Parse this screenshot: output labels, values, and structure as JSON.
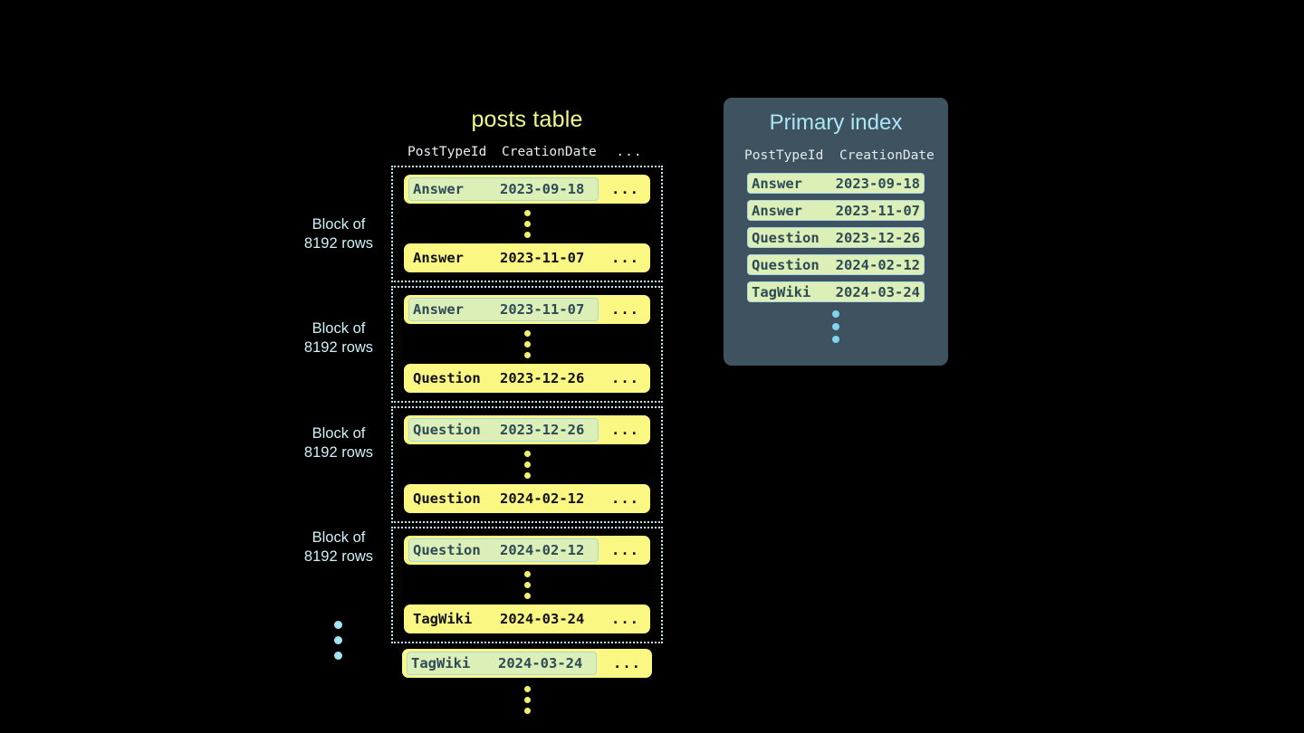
{
  "posts_table": {
    "title": "posts table",
    "columns": [
      "PostTypeId",
      "CreationDate",
      "..."
    ],
    "ellipsis_cell": "...",
    "block_label_line1": "Block of",
    "block_label_line2": "8192 rows",
    "blocks": [
      {
        "label": "Block of\n8192 rows",
        "first_row": {
          "post_type_id": "Answer",
          "creation_date": "2023-09-18",
          "rest": "...",
          "is_key": true
        },
        "last_row": {
          "post_type_id": "Answer",
          "creation_date": "2023-11-07",
          "rest": "...",
          "is_key": false
        }
      },
      {
        "label": "Block of\n8192 rows",
        "first_row": {
          "post_type_id": "Answer",
          "creation_date": "2023-11-07",
          "rest": "...",
          "is_key": true
        },
        "last_row": {
          "post_type_id": "Question",
          "creation_date": "2023-12-26",
          "rest": "...",
          "is_key": false
        }
      },
      {
        "label": "Block of\n8192 rows",
        "first_row": {
          "post_type_id": "Question",
          "creation_date": "2023-12-26",
          "rest": "...",
          "is_key": true
        },
        "last_row": {
          "post_type_id": "Question",
          "creation_date": "2024-02-12",
          "rest": "...",
          "is_key": false
        }
      },
      {
        "label": "Block of\n8192 rows",
        "first_row": {
          "post_type_id": "Question",
          "creation_date": "2024-02-12",
          "rest": "...",
          "is_key": true
        },
        "last_row": {
          "post_type_id": "TagWiki",
          "creation_date": "2024-03-24",
          "rest": "...",
          "is_key": false
        }
      }
    ],
    "trailing_row": {
      "post_type_id": "TagWiki",
      "creation_date": "2024-03-24",
      "rest": "...",
      "is_key": true
    }
  },
  "primary_index": {
    "title": "Primary index",
    "columns": [
      "PostTypeId",
      "CreationDate"
    ],
    "rows": [
      {
        "post_type_id": "Answer",
        "creation_date": "2023-09-18"
      },
      {
        "post_type_id": "Answer",
        "creation_date": "2023-11-07"
      },
      {
        "post_type_id": "Question",
        "creation_date": "2023-12-26"
      },
      {
        "post_type_id": "Question",
        "creation_date": "2024-02-12"
      },
      {
        "post_type_id": "TagWiki",
        "creation_date": "2024-03-24"
      }
    ]
  },
  "colors": {
    "background": "#000000",
    "row_yellow": "#fbf783",
    "key_green": "#dbefb7",
    "key_border": "#a8d8e6",
    "panel_slate": "#3e525f",
    "accent_cyan": "#a9e6f7",
    "title_yellow": "#f4f78a",
    "dot_yellow": "#f2ee6e",
    "dot_blue": "#7fd4ec"
  }
}
